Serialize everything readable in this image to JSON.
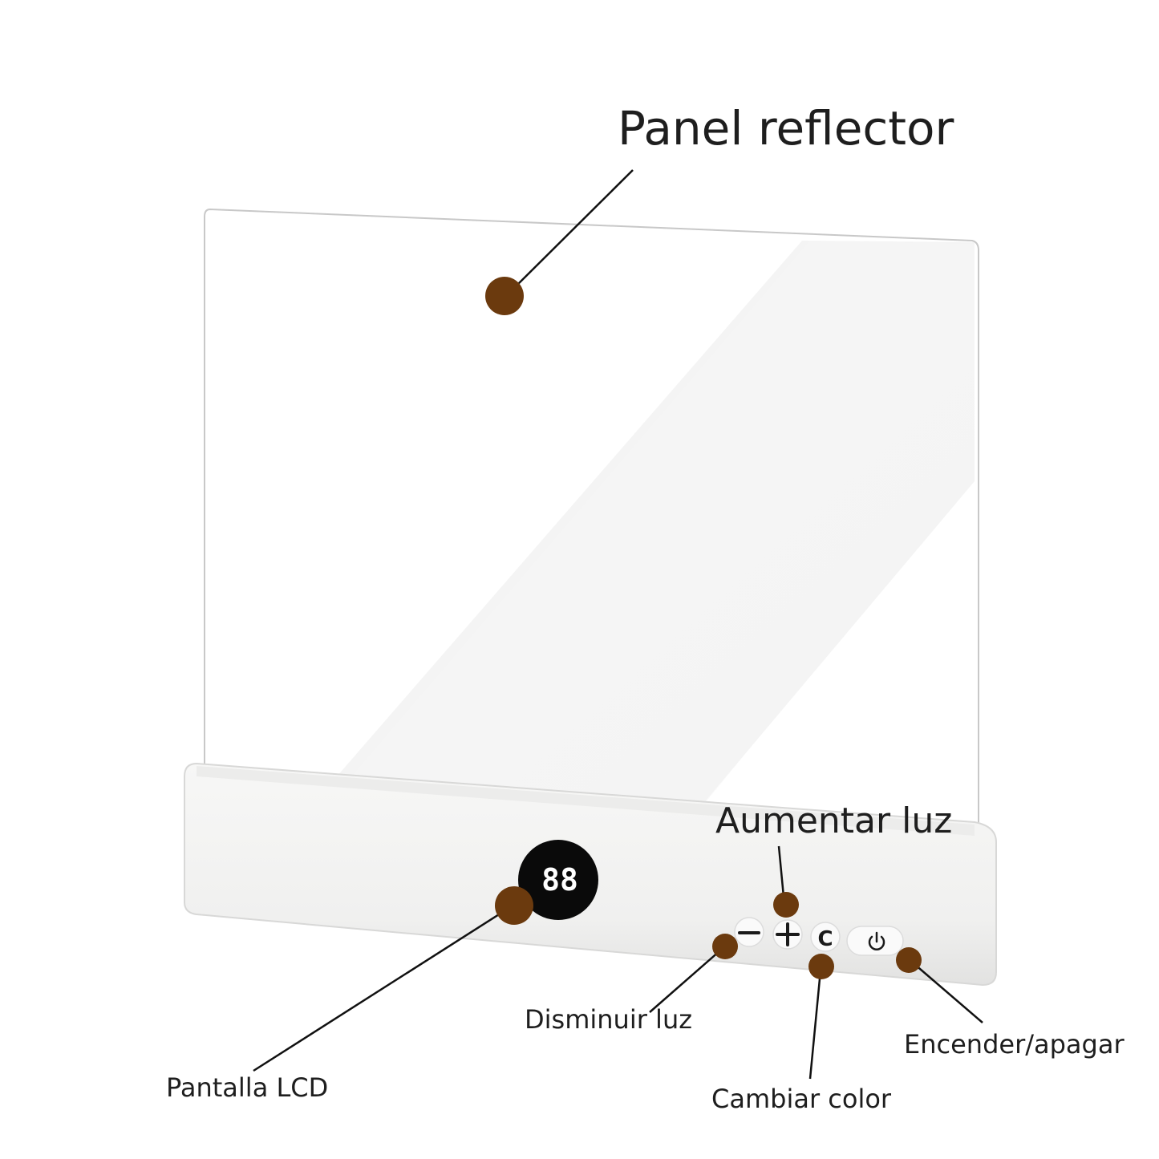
{
  "callouts": {
    "panel_reflector": "Panel reflector",
    "aumentar_luz": "Aumentar luz",
    "disminuir_luz": "Disminuir luz",
    "pantalla_lcd": "Pantalla LCD",
    "cambiar_color": "Cambiar color",
    "encender_apagar": "Encender/apagar"
  },
  "device": {
    "lcd_readout": "88",
    "buttons": {
      "minus": "−",
      "plus": "+",
      "color": "C"
    }
  },
  "colors": {
    "marker": "#6b3a0e",
    "base": "#f4f4f3",
    "lcd": "#0a0a0a"
  }
}
